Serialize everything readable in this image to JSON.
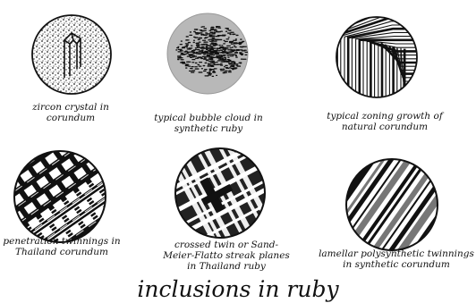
{
  "figures": [
    {
      "caption": "zircon crystal in corundum",
      "icon": "zircon-crystal-speckle"
    },
    {
      "caption": "typical bubble cloud in synthetic ruby",
      "icon": "bubble-cloud-grey"
    },
    {
      "caption": "typical zoning growth of natural corundum",
      "icon": "zoning-stripes"
    },
    {
      "caption": "penetration twinnings in Thailand corundum",
      "icon": "penetration-twin-blocks"
    },
    {
      "caption": "crossed twin or Sand-Meier-Flatto streak planes in Thailand ruby",
      "icon": "crossed-twin-grid"
    },
    {
      "caption": "lamellar polysynthetic twinnings in synthetic corundum",
      "icon": "lamellar-stripes"
    }
  ],
  "title": "inclusions in ruby",
  "colors": {
    "bubble_fill": "#b8b8b8",
    "ink": "#111111",
    "paper": "#ffffff"
  }
}
